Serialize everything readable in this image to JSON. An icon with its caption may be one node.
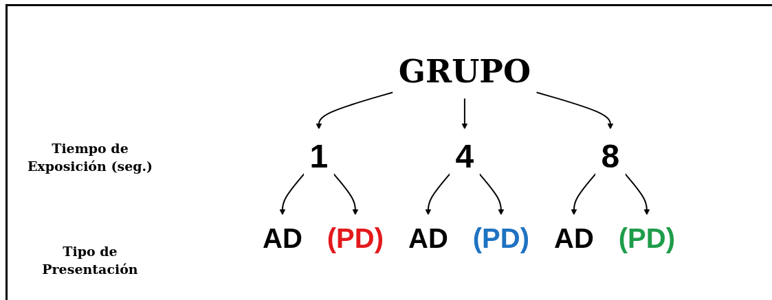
{
  "diagram": {
    "nodes": [
      {
        "text": [
          "GRUPO"
        ]
      },
      {
        "text": [
          "1"
        ]
      },
      {
        "text": [
          "4"
        ]
      },
      {
        "text": [
          "8"
        ]
      },
      {
        "text": [
          "AD"
        ]
      },
      {
        "text": [
          "(PD)"
        ]
      },
      {
        "text": [
          "AD"
        ]
      },
      {
        "text": [
          "(PD)"
        ]
      },
      {
        "text": [
          "AD"
        ]
      },
      {
        "text": [
          "(PD)"
        ]
      }
    ],
    "edges": [
      {
        "from": 0,
        "to": 1,
        "arrow": "to"
      },
      {
        "from": 0,
        "to": 2,
        "arrow": "to"
      },
      {
        "from": 0,
        "to": 3,
        "arrow": "to"
      },
      {
        "from": 1,
        "to": 4,
        "arrow": "to"
      },
      {
        "from": 1,
        "to": 5,
        "arrow": "to"
      },
      {
        "from": 2,
        "to": 6,
        "arrow": "to"
      },
      {
        "from": 2,
        "to": 7,
        "arrow": "to"
      },
      {
        "from": 3,
        "to": 8,
        "arrow": "to"
      },
      {
        "from": 3,
        "to": 9,
        "arrow": "to"
      }
    ],
    "labels": [
      "Tiempo de Exposición (seg.)",
      "Tipo de Presentación"
    ]
  }
}
